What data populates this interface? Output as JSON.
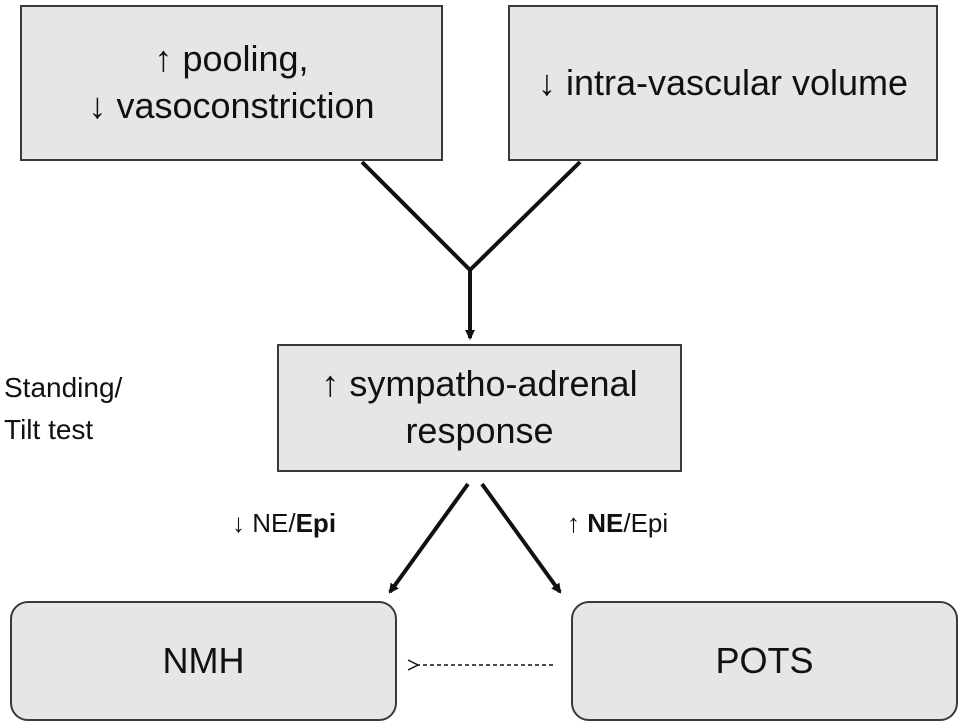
{
  "nodes": {
    "pooling": {
      "line1": "↑ pooling,",
      "line2": "↓ vasoconstriction"
    },
    "volume": {
      "text": "↓ intra-vascular volume"
    },
    "sympatho": {
      "line1": "↑ sympatho-adrenal",
      "line2": "response"
    },
    "nmh": {
      "text": "NMH"
    },
    "pots": {
      "text": "POTS"
    }
  },
  "side_label": {
    "line1": "Standing/",
    "line2": "Tilt test"
  },
  "edge_labels": {
    "left": {
      "arrow": "↓",
      "ne": "NE",
      "slash": "/",
      "epi": "Epi"
    },
    "right": {
      "arrow": "↑",
      "ne": "NE",
      "slash": "/",
      "epi": "Epi"
    }
  },
  "colors": {
    "box_fill": "#e6e6e6",
    "box_border": "#3a3a3a",
    "line": "#111111"
  }
}
